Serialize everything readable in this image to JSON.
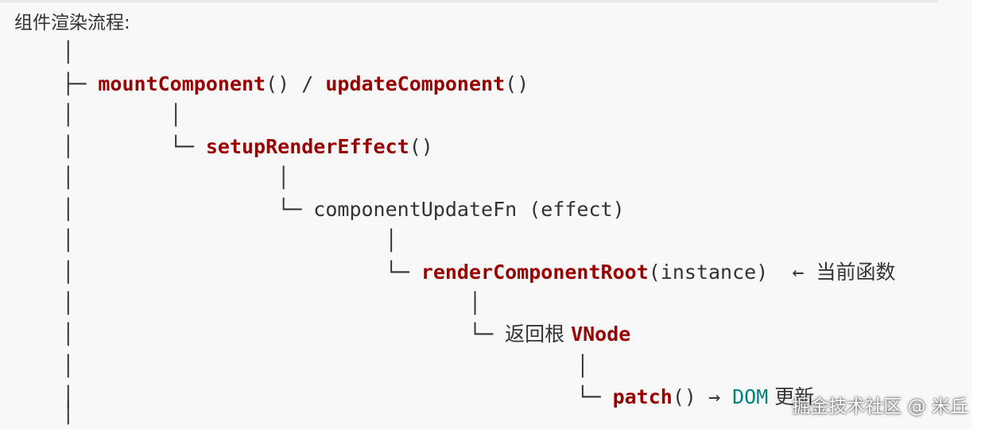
{
  "title": "组件渲染流程:",
  "tree": {
    "l1_pipe": "│",
    "l2_prefix": "├─ ",
    "l2_fn1": "mountComponent",
    "l2_mid": "() / ",
    "l2_fn2": "updateComponent",
    "l2_end": "()",
    "l3_pipe": "│        │",
    "l4_prefix": "│        └─ ",
    "l4_fn": "setupRenderEffect",
    "l4_end": "()",
    "l5_pipe": "│                 │",
    "l6_prefix": "│                 └─ ",
    "l6_text": "componentUpdateFn (effect)",
    "l7_pipe": "│                          │",
    "l8_prefix": "│                          └─ ",
    "l8_fn": "renderComponentRoot",
    "l8_args": "(instance)  ← ",
    "l8_note": "当前函数",
    "l9_pipe": "│                                 │",
    "l10_prefix": "│                                 └─ ",
    "l10_text": "返回根 ",
    "l10_vnode": "VNode",
    "l11_pipe": "│                                          │",
    "l12_prefix": "│                                          └─ ",
    "l12_fn": "patch",
    "l12_mid": "() → ",
    "l12_dom": "DOM",
    "l12_end": " 更新"
  },
  "watermark": "掘金技术社区 @ 米丘",
  "colors": {
    "function": "#990000",
    "keyword": "#008080",
    "text": "#333333",
    "background": "#f8f8f8"
  }
}
